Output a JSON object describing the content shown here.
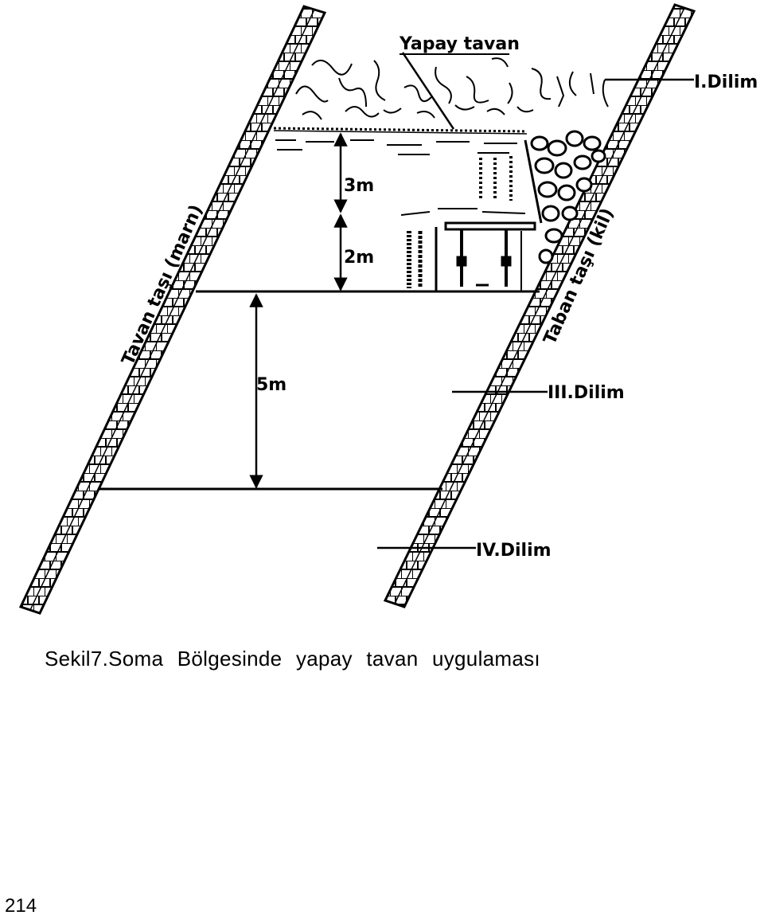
{
  "figure": {
    "labels": {
      "artificial_roof": "Yapay tavan",
      "slice_1": "I.Dilim",
      "slice_3": "III.Dilim",
      "slice_4": "IV.Dilim",
      "hanging_wall": "Tavan taşı (marn)",
      "foot_wall": "Taban taşı (kil)",
      "dim_top": "3m",
      "dim_mid": "2m",
      "dim_bottom": "5m"
    }
  },
  "caption": "Sekil7.Soma Bölgesinde yapay tavan uygulaması",
  "page_number": "214"
}
